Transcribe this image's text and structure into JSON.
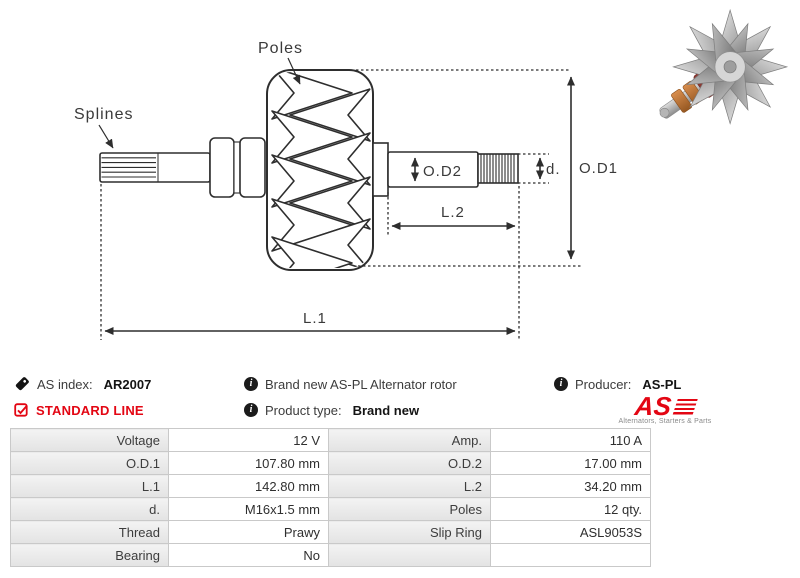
{
  "diagram": {
    "labels": {
      "poles": "Poles",
      "splines": "Splines",
      "od2": "O.D2",
      "d": "d.",
      "od1": "O.D1",
      "l2": "L.2",
      "l1": "L.1"
    }
  },
  "icons": {
    "info_glyph": "i"
  },
  "info": {
    "as_index_label": "AS index:",
    "as_index_value": "AR2007",
    "standard_line": "STANDARD LINE",
    "description": "Brand new AS-PL Alternator rotor",
    "product_type_label": "Product type:",
    "product_type_value": "Brand new",
    "producer_label": "Producer:",
    "producer_value": "AS-PL",
    "logo_text": "AS",
    "logo_tagline": "Alternators, Starters & Parts"
  },
  "specs": {
    "rows": [
      {
        "label_left": "Voltage",
        "value_left": "12 V",
        "label_right": "Amp.",
        "value_right": "110 A"
      },
      {
        "label_left": "O.D.1",
        "value_left": "107.80 mm",
        "label_right": "O.D.2",
        "value_right": "17.00 mm"
      },
      {
        "label_left": "L.1",
        "value_left": "142.80 mm",
        "label_right": "L.2",
        "value_right": "34.20 mm"
      },
      {
        "label_left": "d.",
        "value_left": "M16x1.5 mm",
        "label_right": "Poles",
        "value_right": "12 qty."
      },
      {
        "label_left": "Thread",
        "value_left": "Prawy",
        "label_right": "Slip Ring",
        "value_right": "ASL9053S"
      },
      {
        "label_left": "Bearing",
        "value_left": "No",
        "label_right": "",
        "value_right": ""
      }
    ]
  },
  "colors": {
    "accent_red": "#e30613",
    "line": "#2e2e2e",
    "table_border": "#c9c9c9",
    "table_label_bg": "#e9e9e9",
    "copper": "#b5713a",
    "steel": "#c4c4c4",
    "ring_red": "#8e3a33"
  }
}
